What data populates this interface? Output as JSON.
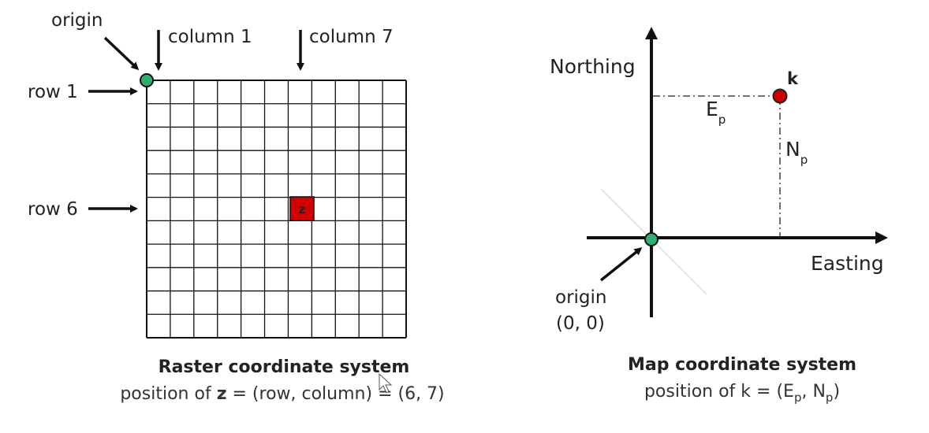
{
  "raster": {
    "origin_label": "origin",
    "column_1_label": "column 1",
    "column_7_label": "column 7",
    "row_1_label": "row 1",
    "row_6_label": "row 6",
    "cell_label": "z",
    "grid_rows": 11,
    "grid_cols": 11,
    "caption_title": "Raster coordinate system",
    "caption_prefix": "position of ",
    "caption_bold": "z",
    "caption_suffix": " = (row, column) = (6, 7)",
    "highlight_color": "#d40000",
    "origin_color": "#2fae6f"
  },
  "map": {
    "y_axis_label": "Northing",
    "x_axis_label": "Easting",
    "point_label": "k",
    "ep_main": "E",
    "ep_sub": "p",
    "np_main": "N",
    "np_sub": "p",
    "origin_label": "origin",
    "origin_coords": "(0, 0)",
    "caption_title": "Map coordinate system",
    "caption_prefix": "position of k = (E",
    "caption_sub1": "p",
    "caption_mid": ", N",
    "caption_sub2": "p",
    "caption_suffix": ")",
    "point_color": "#cc0000",
    "origin_color": "#2fae6f"
  }
}
